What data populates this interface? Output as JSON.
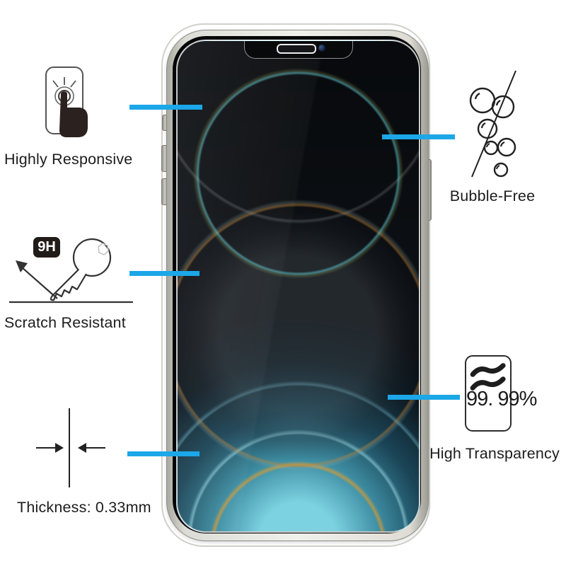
{
  "diagram_title": "screen protector feature diagram",
  "colors": {
    "accent": "#1BA7E8",
    "text": "#1c1c1c"
  },
  "features": [
    {
      "id": "highly-responsive",
      "label": "Highly Responsive",
      "icon": "touch-press-icon"
    },
    {
      "id": "bubble-free",
      "label": "Bubble-Free",
      "icon": "no-bubbles-icon"
    },
    {
      "id": "scratch-resistant",
      "label": "Scratch Resistant",
      "icon": "key-scratch-icon",
      "badge": "9H"
    },
    {
      "id": "high-transparency",
      "label": "High Transparency",
      "icon": "transparency-icon",
      "value": "99. 99%"
    },
    {
      "id": "thickness",
      "label": "Thickness: 0.33mm",
      "icon": "thickness-arrows-icon"
    }
  ]
}
